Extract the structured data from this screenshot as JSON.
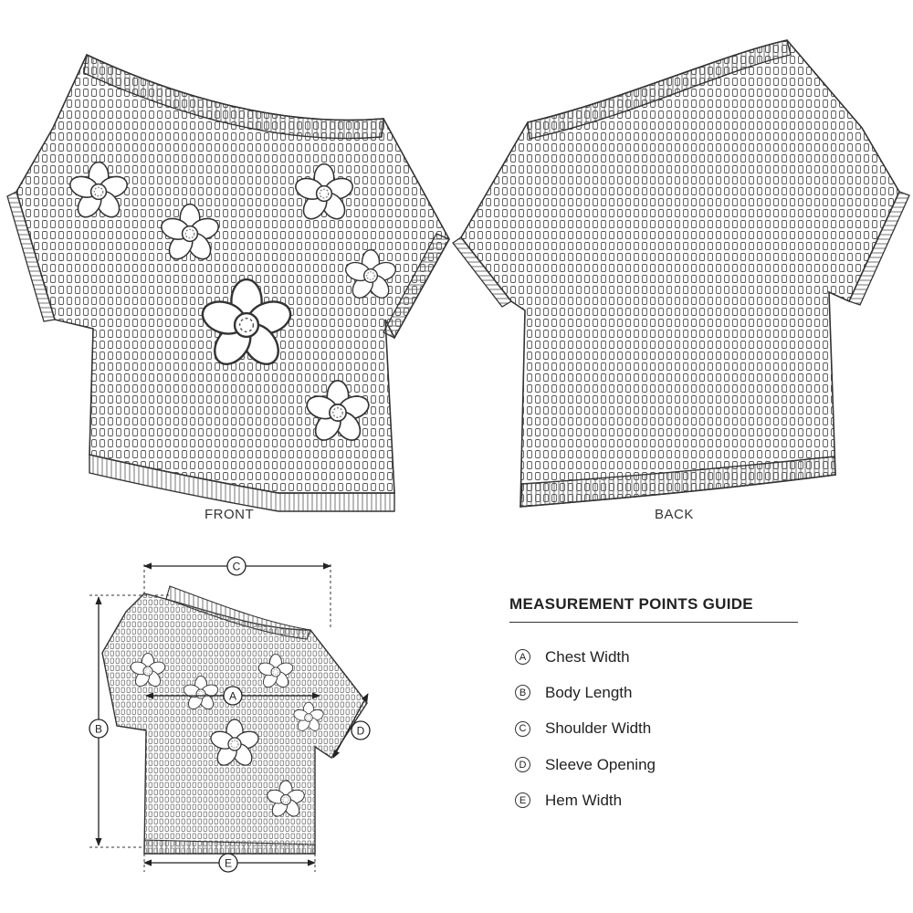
{
  "views": {
    "front_label": "FRONT",
    "back_label": "BACK"
  },
  "guide": {
    "title": "MEASUREMENT POINTS GUIDE",
    "items": [
      {
        "letter": "A",
        "label": "Chest Width"
      },
      {
        "letter": "B",
        "label": "Body Length"
      },
      {
        "letter": "C",
        "label": "Shoulder Width"
      },
      {
        "letter": "D",
        "label": "Sleeve Opening"
      },
      {
        "letter": "E",
        "label": "Hem Width"
      }
    ]
  },
  "markers": {
    "a": "A",
    "b": "B",
    "c": "C",
    "d": "D",
    "e": "E"
  },
  "colors": {
    "line": "#333333",
    "background": "#ffffff"
  }
}
